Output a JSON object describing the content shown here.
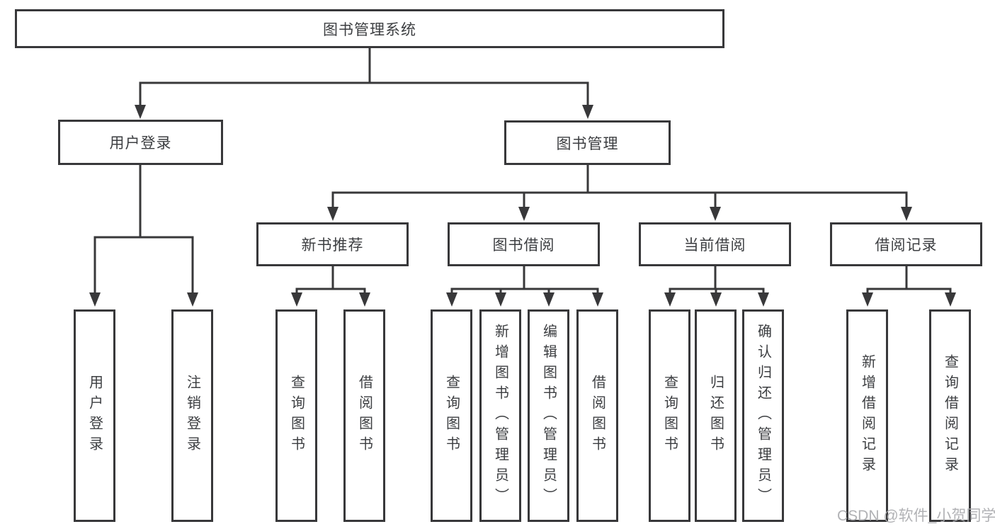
{
  "diagram_title": "图书管理系统",
  "nodes": {
    "root": "图书管理系统",
    "user_login": "用户登录",
    "book_mgmt": "图书管理",
    "new_book_rec": "新书推荐",
    "book_borrow": "图书借阅",
    "current_borrow": "当前借阅",
    "borrow_records": "借阅记录",
    "leaf_user_login": "用户登录",
    "leaf_logout": "注销登录",
    "leaf_rec_query": "查询图书",
    "leaf_rec_borrow": "借阅图书",
    "leaf_bb_query": "查询图书",
    "leaf_bb_add": "新增图书（管理员）",
    "leaf_bb_edit": "编辑图书（管理员）",
    "leaf_bb_borrow": "借阅图书",
    "leaf_cb_query": "查询图书",
    "leaf_cb_return": "归还图书",
    "leaf_cb_confirm": "确认归还（管理员）",
    "leaf_br_add": "新增借阅记录",
    "leaf_br_query": "查询借阅记录"
  },
  "watermark": "CSDN @软件_小贺同学",
  "colors": {
    "line": "#38383a",
    "box_border": "#38383a",
    "text": "#3c3e41",
    "watermark": "#a8aaad",
    "background": "#ffffff"
  }
}
